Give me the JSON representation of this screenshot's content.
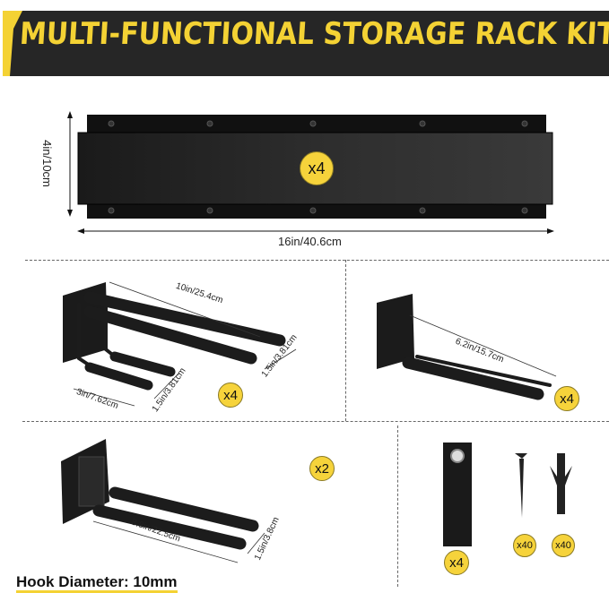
{
  "header": {
    "title": "MULTI-FUNCTIONAL STORAGE RACK KIT"
  },
  "colors": {
    "accent_yellow": "#f4d234",
    "dark": "#262626"
  },
  "rail": {
    "quantity": "x4",
    "height_label": "4in/10cm",
    "width_label": "16in/40.6cm"
  },
  "double_hook": {
    "quantity": "x4",
    "length_label": "10in/25.4cm",
    "gap_label": "1.5in/3.81cm",
    "lower_length_label": "3in/7.62cm",
    "lower_gap_label": "1.5in/3.81cm"
  },
  "single_hook": {
    "quantity": "x4",
    "length_label": "6.2in/15.7cm"
  },
  "wide_hook": {
    "quantity": "x2",
    "length_label": "8.8in/22.5cm",
    "gap_label": "1.5in/3.8cm"
  },
  "accessories": {
    "strap_quantity": "x4",
    "screw_quantity": "x40",
    "anchor_quantity": "x40"
  },
  "footer": {
    "hook_diameter": "Hook Diameter: 10mm"
  }
}
